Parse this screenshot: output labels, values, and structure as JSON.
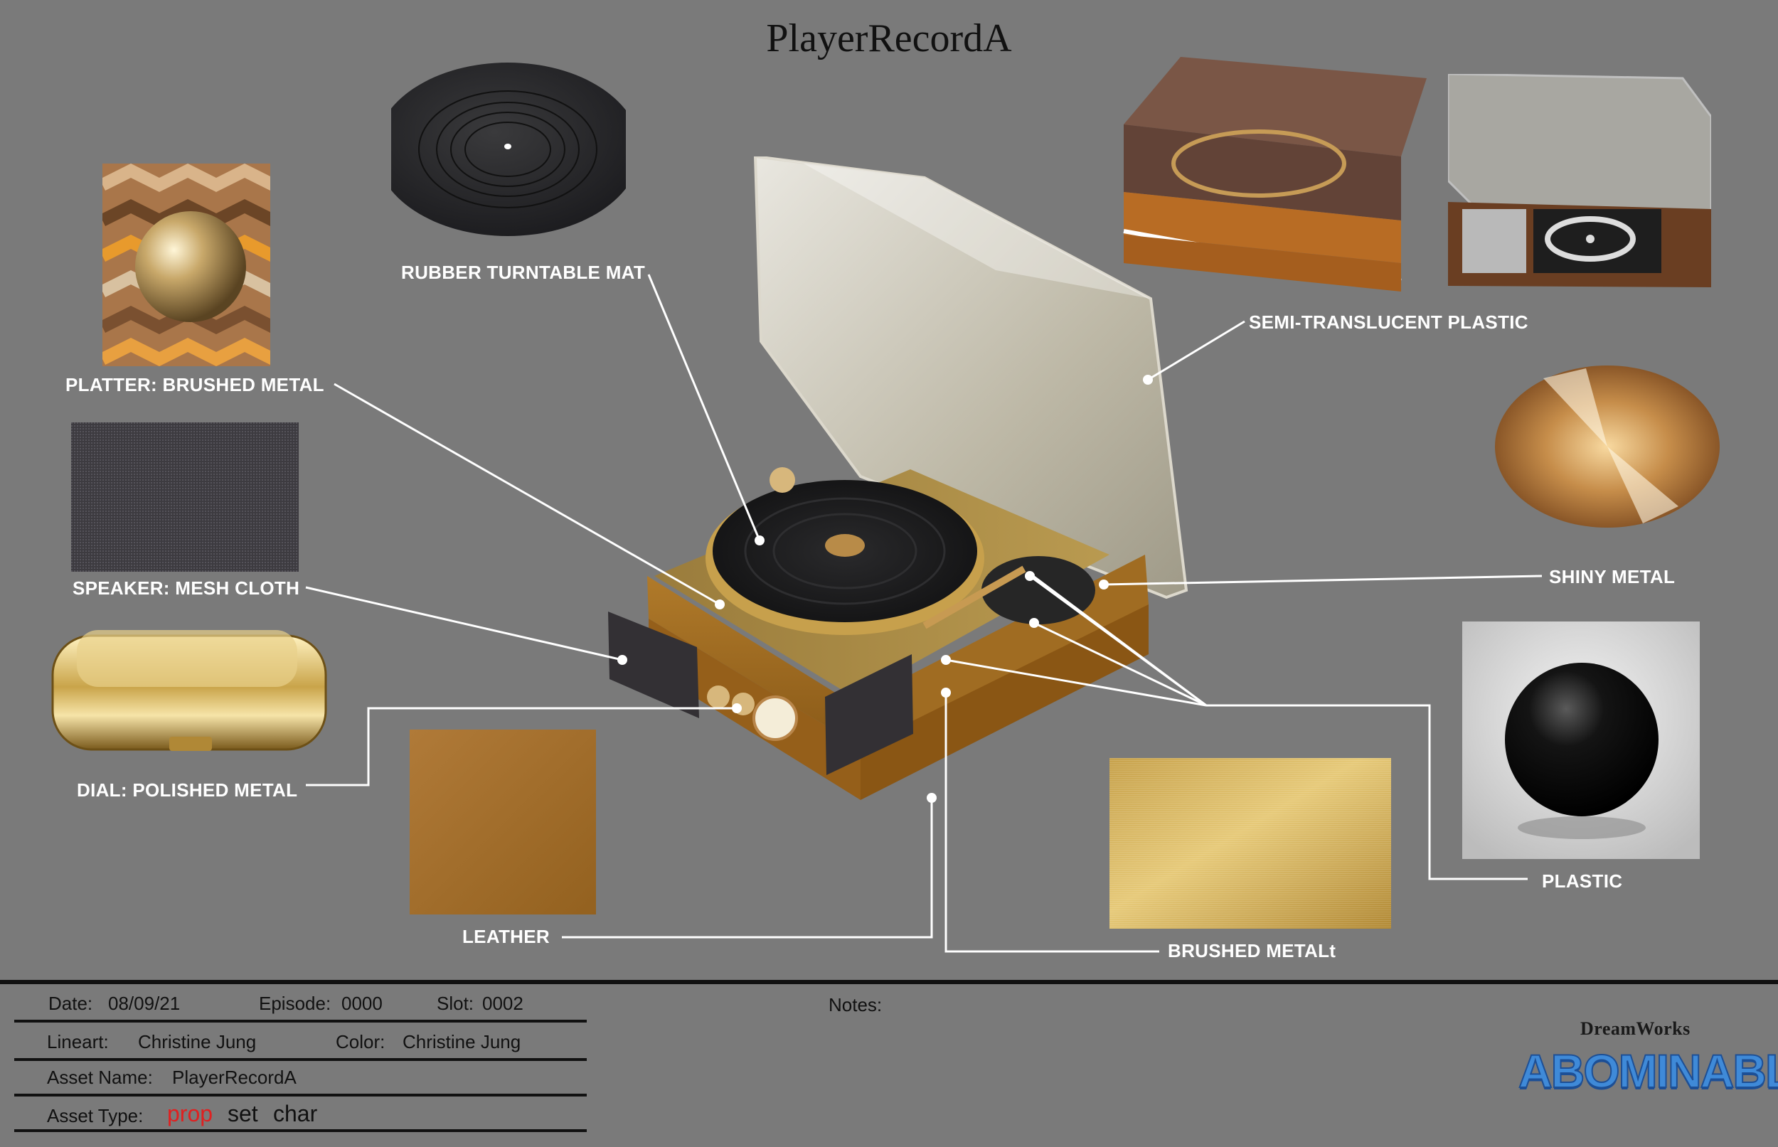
{
  "title": "PlayerRecordA",
  "labels": {
    "rubber_mat": "RUBBER TURNTABLE MAT",
    "platter": "PLATTER: BRUSHED METAL",
    "speaker": "SPEAKER: MESH CLOTH",
    "dial": "DIAL: POLISHED METAL",
    "leather": "LEATHER",
    "semi_translucent": "SEMI-TRANSLUCENT PLASTIC",
    "shiny_metal": "SHINY METAL",
    "plastic": "PLASTIC",
    "brushed_metal": "BRUSHED METALt"
  },
  "footer": {
    "date_label": "Date:",
    "date_value": "08/09/21",
    "episode_label": "Episode:",
    "episode_value": "0000",
    "slot_label": "Slot:",
    "slot_value": "0002",
    "lineart_label": "Lineart:",
    "lineart_value": "Christine Jung",
    "color_label": "Color:",
    "color_value": "Christine Jung",
    "asset_name_label": "Asset Name:",
    "asset_name_value": "PlayerRecordA",
    "asset_type_label": "Asset Type:",
    "asset_type_options": [
      "prop",
      "set",
      "char"
    ],
    "asset_type_selected": "prop",
    "notes_label": "Notes:"
  },
  "logos": {
    "studio": "DreamWorks",
    "film": "ABOMINABLE"
  },
  "colors": {
    "background": "#7a7a7a",
    "leader_lines": "#ffffff",
    "selected_asset_type": "#e02020",
    "film_logo": "#3f8ad8"
  }
}
